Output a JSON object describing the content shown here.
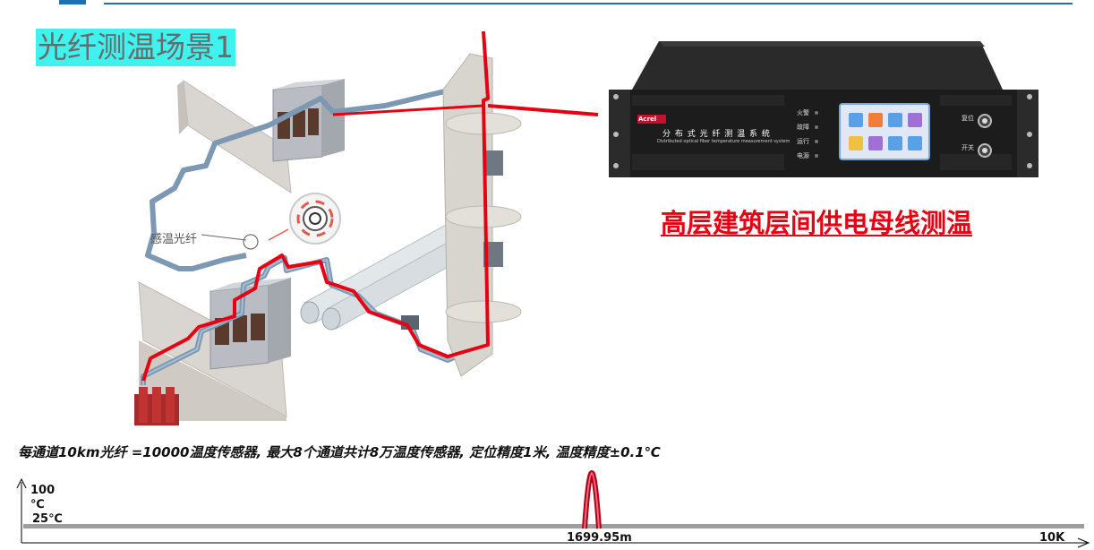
{
  "slide": {
    "title": "光纤测温场景1",
    "device_caption": "高层建筑层间供电母线测温",
    "fiber_label": "感温光纤",
    "spec_text": "每通道10km光纤 =10000温度传感器, 最大8个通道共计8万温度传感器, 定位精度1米, 温度精度±0.1℃"
  },
  "device": {
    "brand": "Acrel",
    "name_cn": "分 布 式 光 纤 测 温 系 统",
    "name_en": "Distributed optical fiber temperature measurement system",
    "indicators": [
      "火警",
      "故障",
      "运行",
      "电源"
    ],
    "buttons": [
      "复位",
      "开关"
    ]
  },
  "graph": {
    "y_max_label": "100",
    "y_unit": "℃",
    "baseline_label": "25℃",
    "peak_position_label": "1699.95m",
    "x_end_label": "10K"
  },
  "colors": {
    "accent_blue": "#1f6fb5",
    "title_bg": "#3ff2ee",
    "fiber_red": "#e60012",
    "device_body": "#1c1c1c"
  }
}
